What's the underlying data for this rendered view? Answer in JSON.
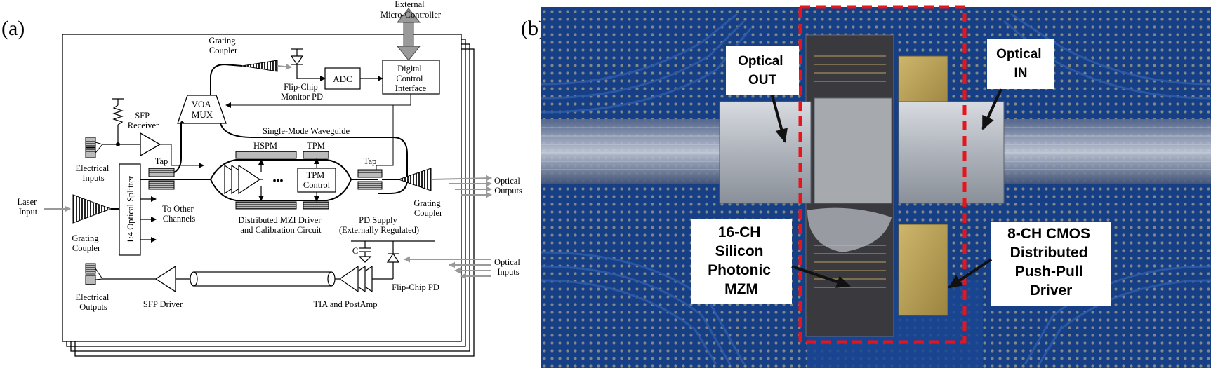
{
  "panel_a": {
    "label": "(a)",
    "labels": {
      "external_mc": [
        "External",
        "Micro-Controller"
      ],
      "grating_coupler_top": [
        "Grating",
        "Coupler"
      ],
      "adc": "ADC",
      "monitor_pd": [
        "Flip-Chip",
        "Monitor PD"
      ],
      "digital_ci": [
        "Digital",
        "Control",
        "Interface"
      ],
      "voa_mux": [
        "VOA",
        "MUX"
      ],
      "sfp_receiver": [
        "SFP",
        "Receiver"
      ],
      "single_mode_wg": "Single-Mode Waveguide",
      "electrical_inputs": [
        "Electrical",
        "Inputs"
      ],
      "tap_left": "Tap",
      "tap_right": "Tap",
      "hspm": "HSPM",
      "tpm": "TPM",
      "tpm_control": [
        "TPM",
        "Control"
      ],
      "optical_outputs": [
        "Optical",
        "Outputs"
      ],
      "grating_coupler_right": [
        "Grating",
        "Coupler"
      ],
      "laser_input": [
        "Laser",
        "Input"
      ],
      "splitter": "1:4 Optical Splitter",
      "to_other_channels": [
        "To Other",
        "Channels"
      ],
      "grating_coupler_left": [
        "Grating",
        "Coupler"
      ],
      "mzi_driver": [
        "Distributed MZI Driver",
        "and Calibration Circuit"
      ],
      "pd_supply": [
        "PD Supply",
        "(Externally Regulated)"
      ],
      "cap": "C",
      "optical_inputs": [
        "Optical",
        "Inputs"
      ],
      "flipchip_pd": "Flip-Chip PD",
      "electrical_outputs": [
        "Electrical",
        "Outputs"
      ],
      "sfp_driver": "SFP Driver",
      "tia_postamp": "TIA and PostAmp",
      "dots": "•••"
    }
  },
  "panel_b": {
    "label": "(b)",
    "callouts": {
      "optical_out": [
        "Optical",
        "OUT"
      ],
      "optical_in": [
        "Optical",
        "IN"
      ],
      "mzm": [
        "16-CH",
        "Silicon",
        "Photonic",
        "MZM"
      ],
      "driver": [
        "8-CH CMOS",
        "Distributed",
        "Push-Pull",
        "Driver"
      ]
    },
    "colors": {
      "pcb": "#173f86",
      "dashed_box": "#e8141c",
      "label_bg": "#ffffff"
    }
  }
}
